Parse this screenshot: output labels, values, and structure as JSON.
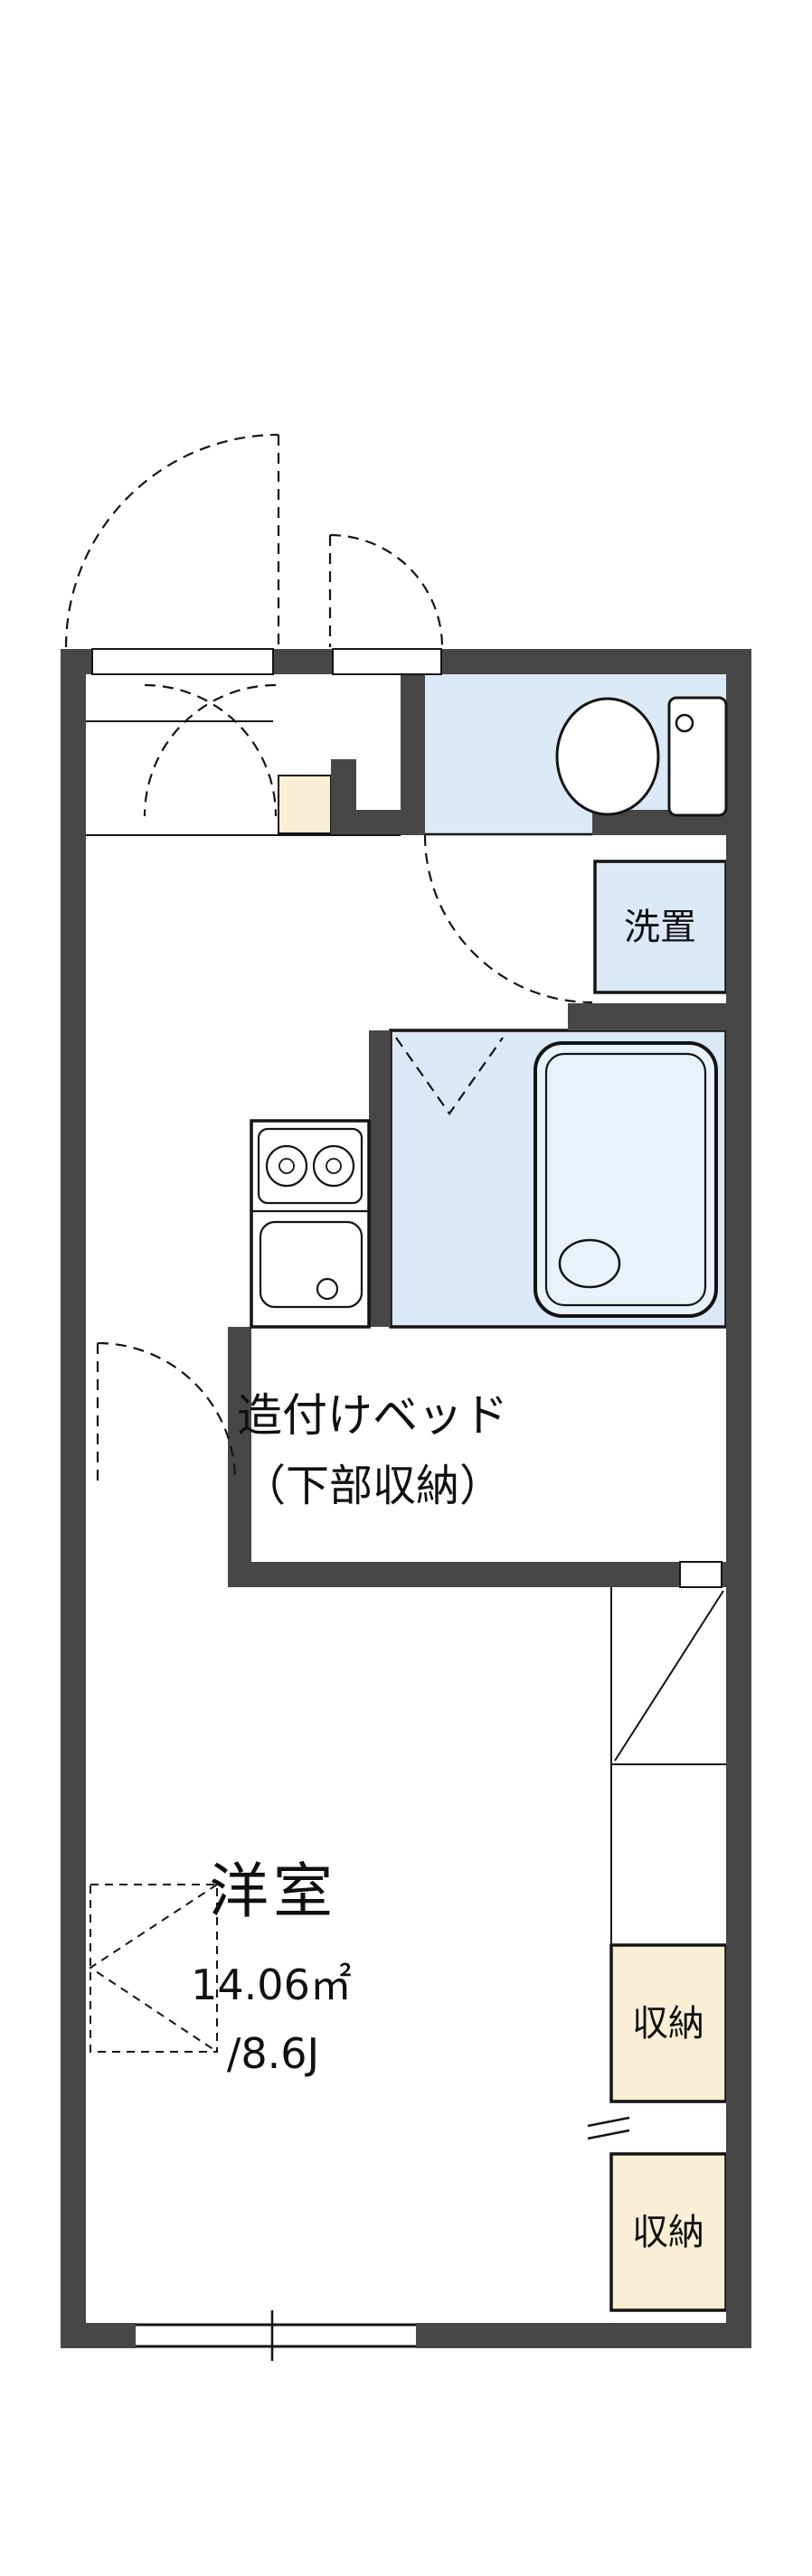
{
  "document": {
    "type": "apartment-floor-plan"
  },
  "colors": {
    "wall": "#474747",
    "wet_area_fill": "#dbe8f6",
    "storage_fill": "#faefd4",
    "line": "#141414",
    "background": "#ffffff"
  },
  "labels": {
    "laundry": "洗置",
    "bed_line1": "造付けベッド",
    "bed_line2": "（下部収納）",
    "room_name": "洋室",
    "room_area_m2": "14.06㎡",
    "room_area_tatami": "/8.6J",
    "storage_upper": "収納",
    "storage_lower": "収納"
  }
}
